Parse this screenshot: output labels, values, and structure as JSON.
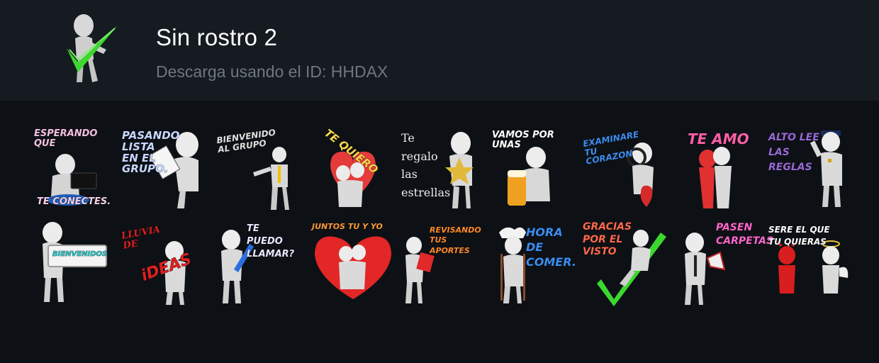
{
  "pack": {
    "title": "Sin rostro 2",
    "subtitle": "Descarga usando el ID: HHDAX",
    "icon": "white-figure-checkmark-icon"
  },
  "colors": {
    "header_bg": "#151b21",
    "page_bg": "#0d1116",
    "subtitle": "#6f7780",
    "check_green": "#3bd82e"
  },
  "stickers": [
    {
      "icon": "figure-laptop-sticker",
      "caption_a": "ESPERANDO QUE",
      "caption_b": "TE CONECTES."
    },
    {
      "icon": "figure-clipboard-sticker",
      "caption_a": "PASANDO LISTA EN EL GRUPO."
    },
    {
      "icon": "figure-welcome-sticker",
      "caption_a": "BIENVENIDO AL GRUPO"
    },
    {
      "icon": "figure-heart-sticker",
      "caption_a": "TE QUIERO"
    },
    {
      "icon": "figure-star-sticker",
      "caption_a": "Te regalo las estrellas"
    },
    {
      "icon": "figure-beer-sticker",
      "caption_a": "VAMOS POR UNAS"
    },
    {
      "icon": "figure-magnifier-heart-sticker",
      "caption_a": "EXAMINARE TU CORAZON"
    },
    {
      "icon": "figures-kiss-sticker",
      "caption_a": "TE AMO"
    },
    {
      "icon": "figure-police-sticker",
      "caption_a": "ALTO LEE LAS REGLAS"
    },
    {
      "icon": "figure-sign-sticker",
      "caption_a": "BIENVENIDOS"
    },
    {
      "icon": "figure-lightbulb-sticker",
      "caption_a": "LLUVIA DE",
      "caption_b": "iDEAS"
    },
    {
      "icon": "figure-phone-sticker",
      "caption_a": "TE PUEDO LLAMAR?"
    },
    {
      "icon": "figures-heart-hug-sticker",
      "caption_a": "JUNTOS TU Y YO"
    },
    {
      "icon": "figure-folder-sticker",
      "caption_a": "REVISANDO TUS APORTES"
    },
    {
      "icon": "figure-chef-sticker",
      "caption_a": "HORA DE COMER."
    },
    {
      "icon": "figure-checkmark-sticker",
      "caption_a": "GRACIAS POR EL VISTO"
    },
    {
      "icon": "figure-megaphone-sticker",
      "caption_a": "PASEN CARPETAS"
    },
    {
      "icon": "devil-angel-sticker",
      "caption_a": "SERE EL QUE TU QUIERAS"
    }
  ]
}
